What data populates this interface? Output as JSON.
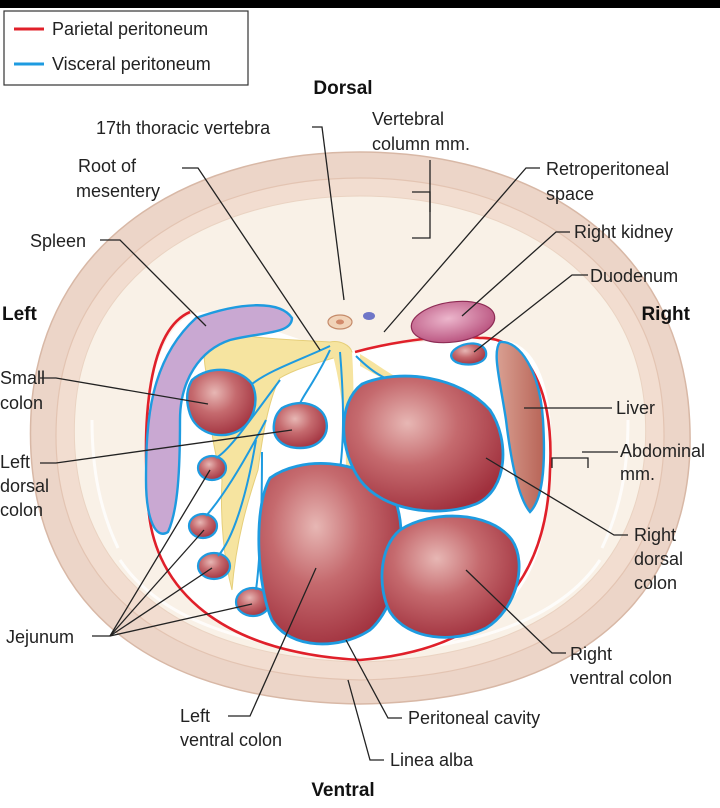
{
  "legend": {
    "items": [
      {
        "label": "Parietal peritoneum",
        "color": "#e0202a"
      },
      {
        "label": "Visceral peritoneum",
        "color": "#1e9be0"
      }
    ]
  },
  "orientation": {
    "top": "Dorsal",
    "bottom": "Ventral",
    "left": "Left",
    "right": "Right"
  },
  "labels": {
    "vertebra": "17th thoracic vertebra",
    "vertebral_mm_1": "Vertebral",
    "vertebral_mm_2": "column mm.",
    "root_1": "Root of",
    "root_2": "mesentery",
    "retro_1": "Retroperitoneal",
    "retro_2": "space",
    "spleen": "Spleen",
    "right_kidney": "Right kidney",
    "duodenum": "Duodenum",
    "small_colon_1": "Small",
    "small_colon_2": "colon",
    "liver": "Liver",
    "abd_1": "Abdominal",
    "abd_2": "mm.",
    "ldc_1": "Left",
    "ldc_2": "dorsal",
    "ldc_3": "colon",
    "rdc_1": "Right",
    "rdc_2": "dorsal",
    "rdc_3": "colon",
    "jejunum": "Jejunum",
    "rvc_1": "Right",
    "rvc_2": "ventral colon",
    "lvc_1": "Left",
    "lvc_2": "ventral colon",
    "peritoneal_cavity": "Peritoneal cavity",
    "linea_alba": "Linea alba"
  },
  "colors": {
    "body_wall": "#ecd5c8",
    "muscle_band": "#f4e4d8",
    "fat": "#f8f2e6",
    "mesentery": "#f6e4a0",
    "spleen": "#c9a8d2",
    "liver": "#c88070",
    "organ": "#b2414f",
    "kidney": "#c06084",
    "parietal": "#e0202a",
    "visceral": "#1e9be0"
  }
}
